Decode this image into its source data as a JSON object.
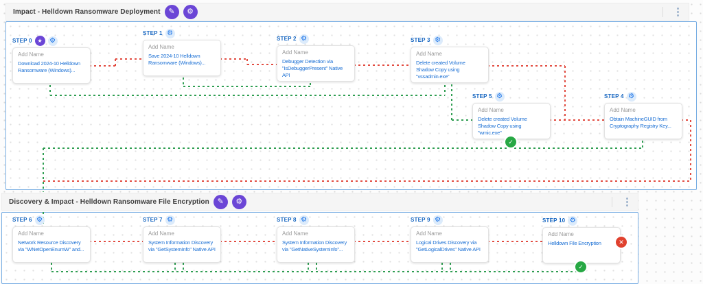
{
  "colors": {
    "accent_purple": "#6b46d6",
    "step_label_blue": "#1565c0",
    "description_blue": "#1a6fd4",
    "connector_red": "#e24c41",
    "connector_green": "#2f9e52",
    "success_green": "#27a844",
    "error_red": "#e0412e",
    "container_border_blue": "#74abe2"
  },
  "icons": {
    "edit": "✎",
    "settings": "⚙",
    "step_gear": "⚙",
    "star": "★",
    "menu": "⋮",
    "check": "✓",
    "cross": "✕"
  },
  "sections": [
    {
      "title": "Impact - Helldown Ransomware Deployment",
      "steps": [
        {
          "label": "STEP 0",
          "starred": true,
          "name_placeholder": "Add Name",
          "description": "Download 2024-10 Helldown Ransomware (Windows)...",
          "status": null
        },
        {
          "label": "STEP 1",
          "starred": false,
          "name_placeholder": "Add Name",
          "description": "Save 2024-10 Helldown Ransomware (Windows)...",
          "status": null
        },
        {
          "label": "STEP 2",
          "starred": false,
          "name_placeholder": "Add Name",
          "description": "Debugger Detection via \"IsDebuggerPresent\" Native API",
          "status": null
        },
        {
          "label": "STEP 3",
          "starred": false,
          "name_placeholder": "Add Name",
          "description": "Delete created Volume Shadow Copy using \"vssadmin.exe\"",
          "status": null
        },
        {
          "label": "STEP 5",
          "starred": false,
          "name_placeholder": "Add Name",
          "description": "Delete created Volume Shadow Copy using \"wmic.exe\"",
          "status": "success"
        },
        {
          "label": "STEP 4",
          "starred": false,
          "name_placeholder": "Add Name",
          "description": "Obtain MachineGUID from Cryptography Registry Key...",
          "status": null
        }
      ]
    },
    {
      "title": "Discovery & Impact - Helldown Ransomware File Encryption",
      "steps": [
        {
          "label": "STEP 6",
          "starred": false,
          "name_placeholder": "Add Name",
          "description": "Network Resource Discovery via \"WNetOpenEnumW\" and...",
          "status": null
        },
        {
          "label": "STEP 7",
          "starred": false,
          "name_placeholder": "Add Name",
          "description": "System Information Discovery via \"GetSystemInfo\" Native API",
          "status": null
        },
        {
          "label": "STEP 8",
          "starred": false,
          "name_placeholder": "Add Name",
          "description": "System Information Discovery via \"GetNativeSystemInfo\"...",
          "status": null
        },
        {
          "label": "STEP 9",
          "starred": false,
          "name_placeholder": "Add Name",
          "description": "Logical Drives Discovery via \"GetLogicalDrives\" Native API",
          "status": null
        },
        {
          "label": "STEP 10",
          "starred": false,
          "name_placeholder": "Add Name",
          "description": "Helldown File Encryption",
          "status": "success",
          "error": true
        }
      ]
    }
  ]
}
